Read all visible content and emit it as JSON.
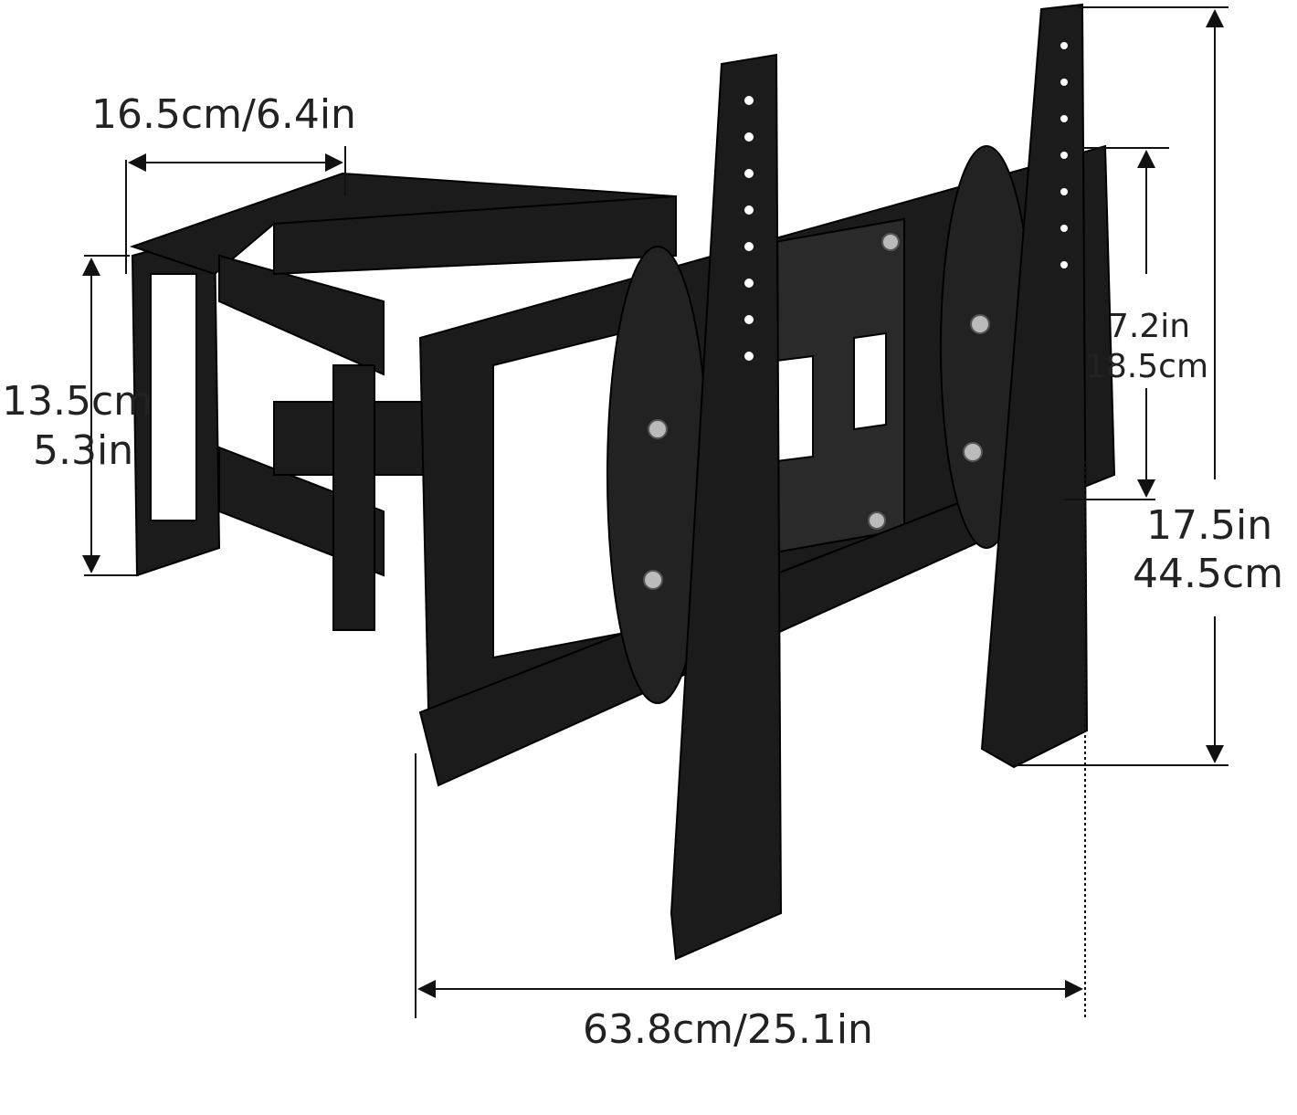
{
  "dimensions": {
    "arm_width": {
      "label": "16.5cm/6.4in"
    },
    "wall_plate_height": {
      "line1": "13.5cm",
      "line2": "5.3in"
    },
    "tv_plate_height": {
      "line1": "7.2in",
      "line2": "18.5cm"
    },
    "total_height": {
      "line1": "17.5in",
      "line2": "44.5cm"
    },
    "total_width": {
      "label": "63.8cm/25.1in"
    }
  },
  "colors": {
    "bracket": "#1b1b1b",
    "dimension_line": "#111111",
    "highlight": "#3a3a3a"
  }
}
